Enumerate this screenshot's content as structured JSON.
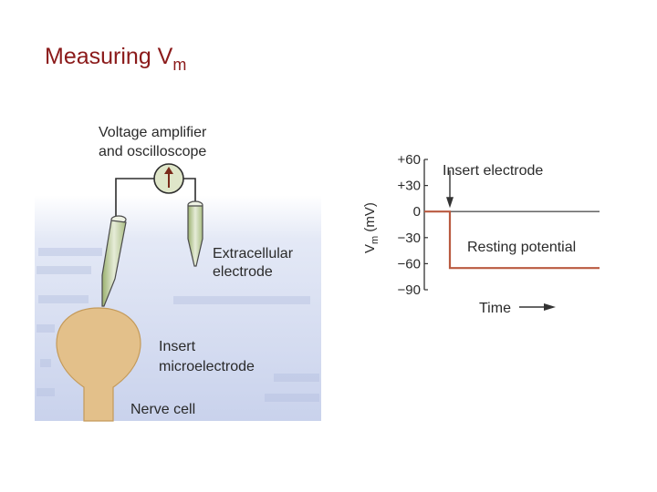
{
  "slide": {
    "title_main": "Measuring V",
    "title_sub": "m"
  },
  "left_figure": {
    "amplifier_label_line1": "Voltage amplifier",
    "amplifier_label_line2": "and oscilloscope",
    "extracellular_label_line1": "Extracellular",
    "extracellular_label_line2": "electrode",
    "insert_label_line1": "Insert",
    "insert_label_line2": "microelectrode",
    "cell_label": "Nerve cell"
  },
  "chart_data": {
    "type": "line",
    "ylabel_main": "V",
    "ylabel_sub": "m",
    "ylabel_unit": " (mV)",
    "xlabel": "Time",
    "ylim": [
      -90,
      60
    ],
    "yticks": [
      "+60",
      "+30",
      "0",
      "−30",
      "−60",
      "−90"
    ],
    "series": [
      {
        "values": [
          0,
          -65
        ]
      }
    ],
    "annotations": {
      "insert": "Insert electrode",
      "resting": "Resting potential"
    },
    "colors": {
      "trace_before": "#c44a2e",
      "trace_after": "#b95a40",
      "trace_baseline": "#555555"
    }
  }
}
